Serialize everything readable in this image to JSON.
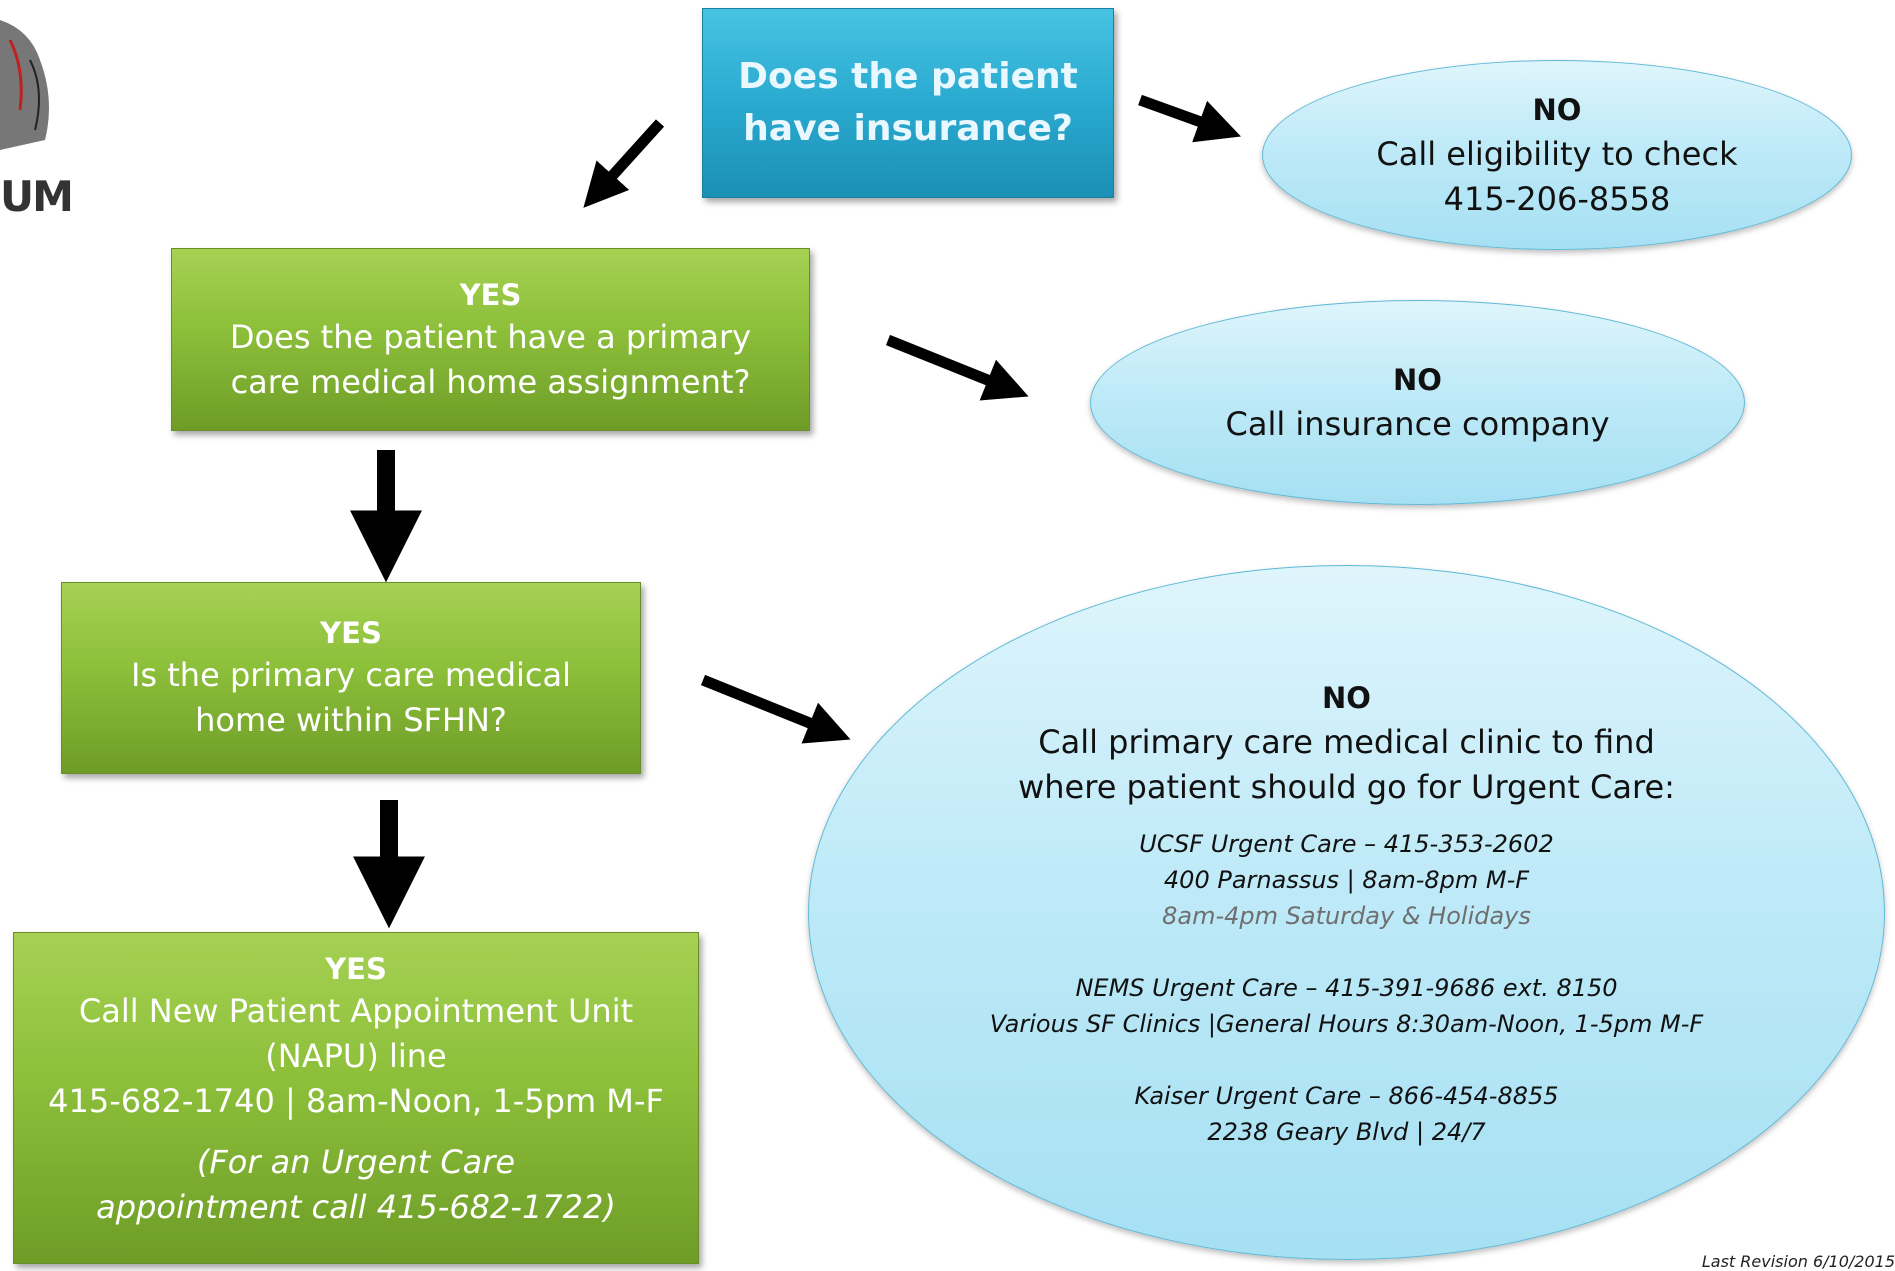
{
  "logo": {
    "text": "UM"
  },
  "question": {
    "text": "Does the patient have insurance?"
  },
  "no_insurance": {
    "label": "NO",
    "line1": "Call eligibility to check",
    "line2": "415-206-8558"
  },
  "yes_insurance": {
    "label": "YES",
    "text": "Does the patient have a primary care medical home assignment?"
  },
  "no_medical_home": {
    "label": "NO",
    "text": "Call insurance company"
  },
  "yes_medical_home": {
    "label": "YES",
    "text": "Is the primary care medical home within SFHN?"
  },
  "no_sfhn": {
    "label": "NO",
    "text": "Call primary care medical clinic to find where patient should go for Urgent Care:",
    "clinics": [
      {
        "line1": "UCSF Urgent Care – 415-353-2602",
        "line2": "400 Parnassus | 8am-8pm M-F",
        "line3": "8am-4pm Saturday & Holidays"
      },
      {
        "line1": "NEMS Urgent Care – 415-391-9686 ext. 8150",
        "line2": "Various SF Clinics |General Hours 8:30am-Noon, 1-5pm M-F"
      },
      {
        "line1": "Kaiser Urgent Care – 866-454-8855",
        "line2": "2238 Geary Blvd | 24/7"
      }
    ]
  },
  "yes_sfhn": {
    "label": "YES",
    "line1": "Call New Patient Appointment Unit",
    "line2": "(NAPU) line",
    "line3": "415-682-1740 | 8am-Noon, 1-5pm M-F",
    "note": "(For an Urgent Care appointment call 415-682-1722)"
  },
  "footer": {
    "revision": "Last Revision 6/10/2015"
  },
  "colors": {
    "green": "#8cbf3a",
    "blue": "#2aaad0",
    "ellipse": "#bfeaf8",
    "arrow": "#000000"
  }
}
